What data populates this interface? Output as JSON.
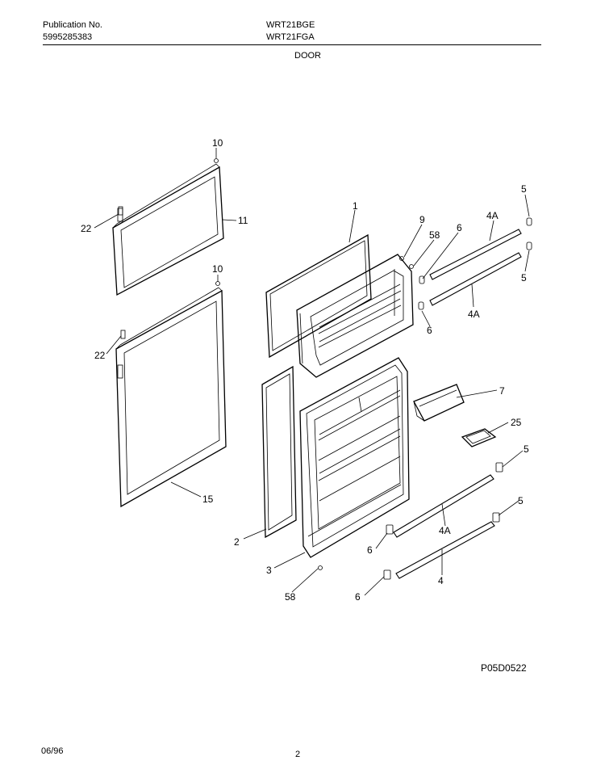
{
  "header": {
    "publication_label": "Publication No.",
    "publication_number": "5995285383",
    "models": [
      "WRT21BGE",
      "WRT21FGA"
    ],
    "section_title": "DOOR"
  },
  "diagram": {
    "id": "P05D0522",
    "callouts": {
      "c1": "1",
      "c2": "2",
      "c3": "3",
      "c4": "4",
      "c4a_top": "4A",
      "c4a_top2": "4A",
      "c4a_bottom": "4A",
      "c5a": "5",
      "c5b": "5",
      "c5c": "5",
      "c5d": "5",
      "c6a": "6",
      "c6b": "6",
      "c6c": "6",
      "c6d": "6",
      "c7": "7",
      "c9": "9",
      "c10a": "10",
      "c10b": "10",
      "c11": "11",
      "c15": "15",
      "c22a": "22",
      "c22b": "22",
      "c25": "25",
      "c58a": "58",
      "c58b": "58"
    }
  },
  "footer": {
    "date": "06/96",
    "page": "2"
  }
}
